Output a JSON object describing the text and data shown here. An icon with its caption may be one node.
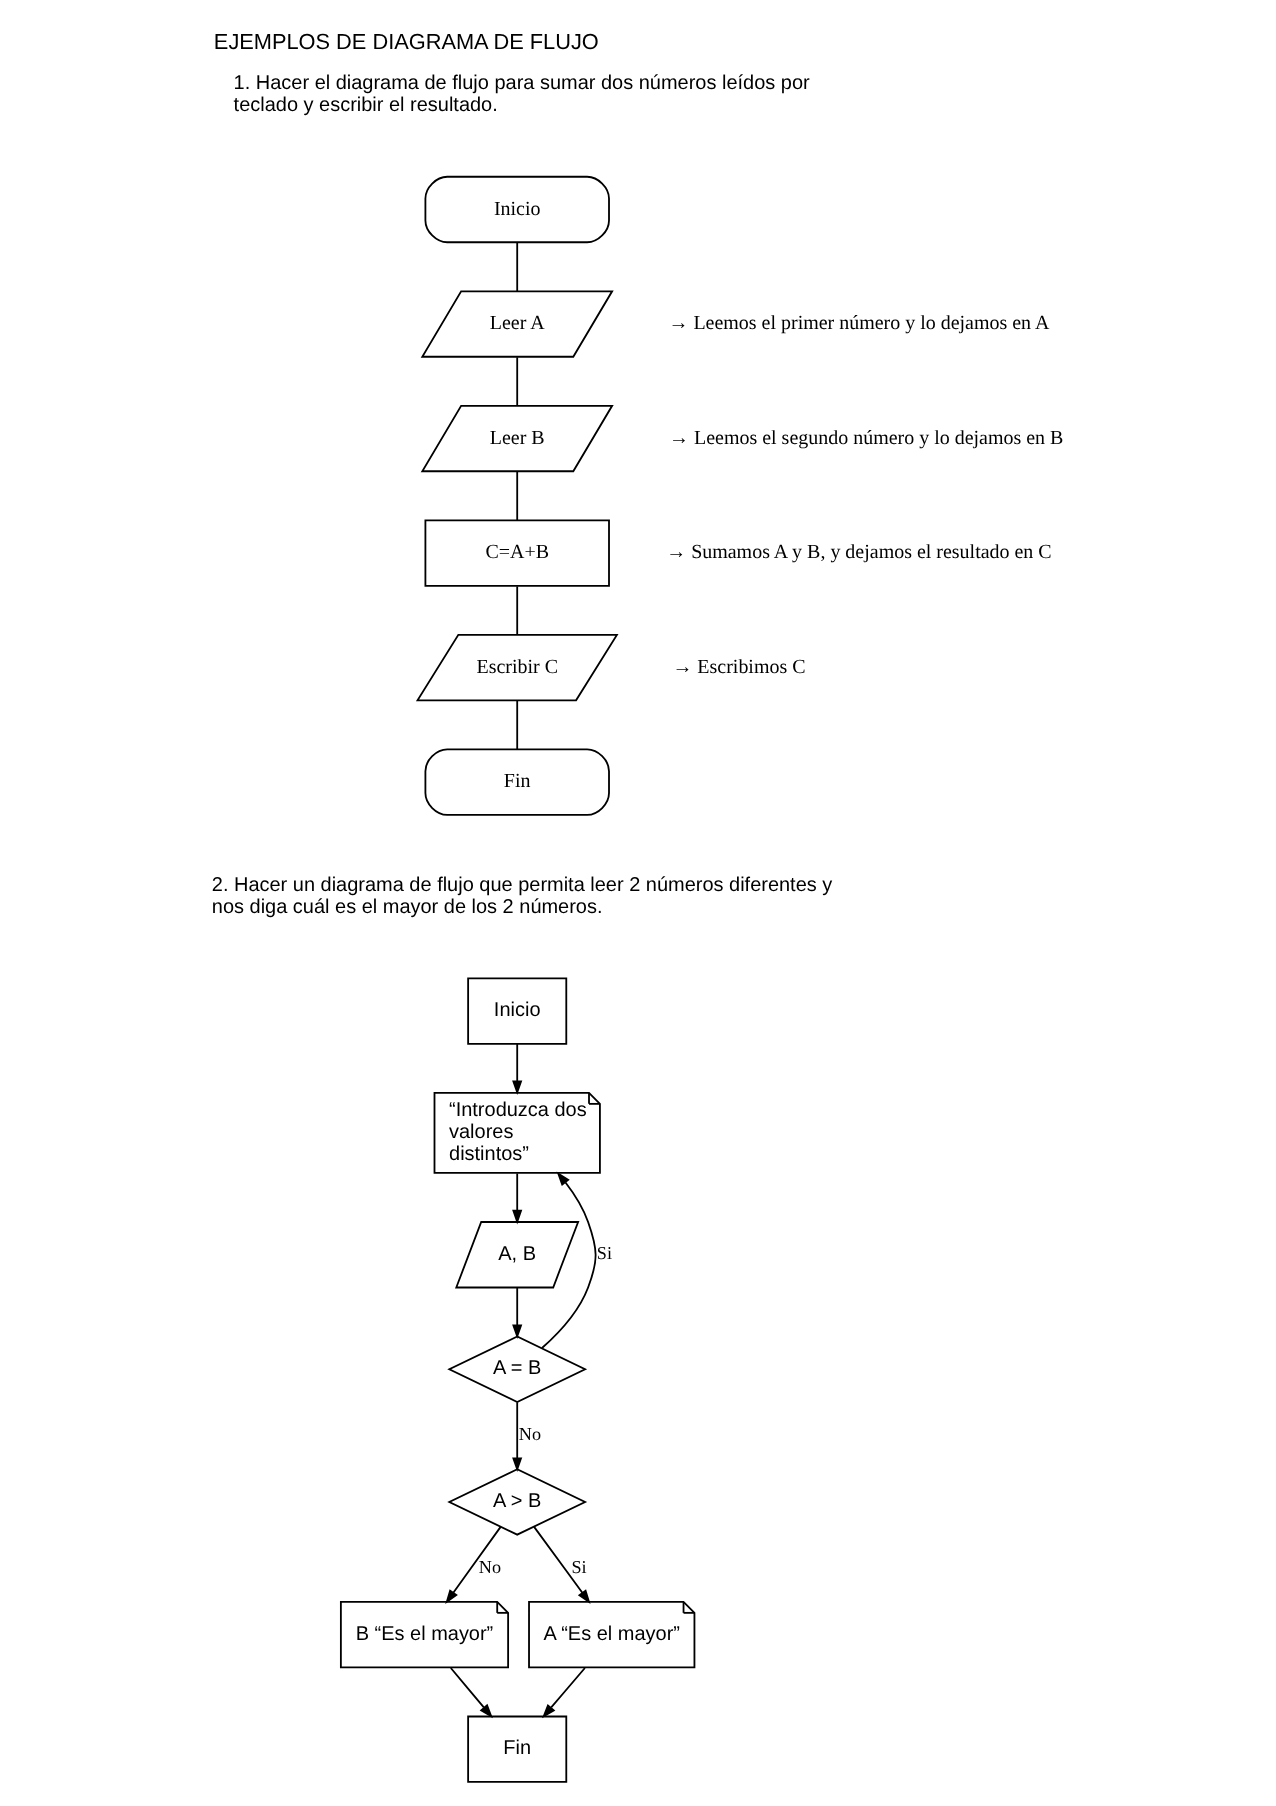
{
  "diagram": {
    "title": "EJEMPLOS DE DIAGRAMA DE FLUJO",
    "nodes": [
      {
        "text": [
          "Inicio"
        ]
      },
      {
        "text": [
          "Leer A"
        ],
        "beside": [
          "→ Leemos el primer número y lo dejamos en A"
        ]
      },
      {
        "text": [
          "Leer B"
        ],
        "beside": [
          "→ Leemos el segundo número y lo dejamos en B"
        ]
      },
      {
        "text": [
          "C=A+B"
        ],
        "beside": [
          "→ Sumamos A y B, y dejamos el resultado en C"
        ]
      },
      {
        "text": [
          "Escribir C"
        ],
        "beside": [
          "→ Escribimos C"
        ]
      },
      {
        "text": [
          "Fin"
        ]
      },
      {
        "text": [
          "Inicio"
        ]
      },
      {
        "text": [
          "“Introduzca dos valores distintos”"
        ]
      },
      {
        "text": [
          "A, B"
        ]
      },
      {
        "text": [
          "A = B"
        ]
      },
      {
        "text": [
          "A > B"
        ]
      },
      {
        "text": [
          "B “Es el mayor”"
        ]
      },
      {
        "text": [
          "A “Es el mayor”"
        ]
      },
      {
        "text": [
          "Fin"
        ]
      }
    ],
    "edges": [
      {
        "from": 0,
        "to": 1,
        "arrow": "none"
      },
      {
        "from": 1,
        "to": 2,
        "arrow": "none"
      },
      {
        "from": 2,
        "to": 3,
        "arrow": "none"
      },
      {
        "from": 3,
        "to": 4,
        "arrow": "none"
      },
      {
        "from": 4,
        "to": 5,
        "arrow": "none"
      },
      {
        "from": 6,
        "to": 7,
        "arrow": "to"
      },
      {
        "from": 7,
        "to": 8,
        "arrow": "to"
      },
      {
        "from": 8,
        "to": 9,
        "arrow": "to"
      },
      {
        "from": 9,
        "to": 7,
        "arrow": "to",
        "label": "Si"
      },
      {
        "from": 9,
        "to": 10,
        "arrow": "to",
        "label": "No"
      },
      {
        "from": 10,
        "to": 11,
        "arrow": "to",
        "label": "No"
      },
      {
        "from": 10,
        "to": 12,
        "arrow": "to",
        "label": "Si"
      },
      {
        "from": 11,
        "to": 13,
        "arrow": "to"
      },
      {
        "from": 12,
        "to": 13,
        "arrow": "to"
      }
    ],
    "labels": [
      "1. Hacer el diagrama de flujo para sumar dos números leídos por teclado y escribir el resultado.",
      "2. Hacer un diagrama de flujo que permita leer 2 números diferentes y nos diga cuál es el mayor de los 2 números."
    ]
  }
}
